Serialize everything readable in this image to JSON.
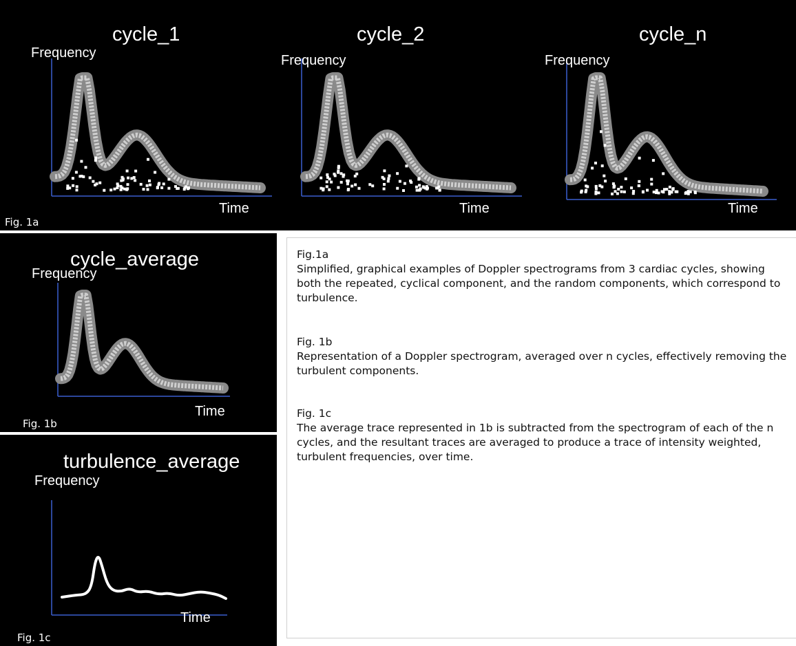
{
  "panels": {
    "cycle_1": {
      "title": "cycle_1",
      "ylabel": "Frequency",
      "xlabel": "Time"
    },
    "cycle_2": {
      "title": "cycle_2",
      "ylabel": "Frequency",
      "xlabel": "Time"
    },
    "cycle_n": {
      "title": "cycle_n",
      "ylabel": "Frequency",
      "xlabel": "Time"
    },
    "fig_1a": "Fig. 1a",
    "cycle_average": {
      "title": "cycle_average",
      "ylabel": "Frequency",
      "xlabel": "Time",
      "fig": "Fig. 1b"
    },
    "turbulence_average": {
      "title": "turbulence_average",
      "ylabel": "Frequency",
      "xlabel": "Time",
      "fig": "Fig. 1c"
    }
  },
  "captions": [
    {
      "heading": "Fig.1a",
      "text": "Simplified, graphical examples of Doppler spectrograms from 3 cardiac cycles, showing both the repeated, cyclical component, and the random components, which correspond to turbulence."
    },
    {
      "heading": "Fig. 1b",
      "text": "Representation of a Doppler spectrogram, averaged over n cycles, effectively removing the turbulent components."
    },
    {
      "heading": "Fig. 1c",
      "text": "The average trace represented in 1b is subtracted from the spectrogram of each of the n cycles, and the resultant traces are averaged to produce a trace of intensity weighted, turbulent frequencies, over time."
    }
  ],
  "colors": {
    "axis": "#3a5fd0",
    "band_outer": "#8a8a8a",
    "band_inner": "#cfcfcf",
    "trace": "#ffffff",
    "background": "#000000"
  }
}
